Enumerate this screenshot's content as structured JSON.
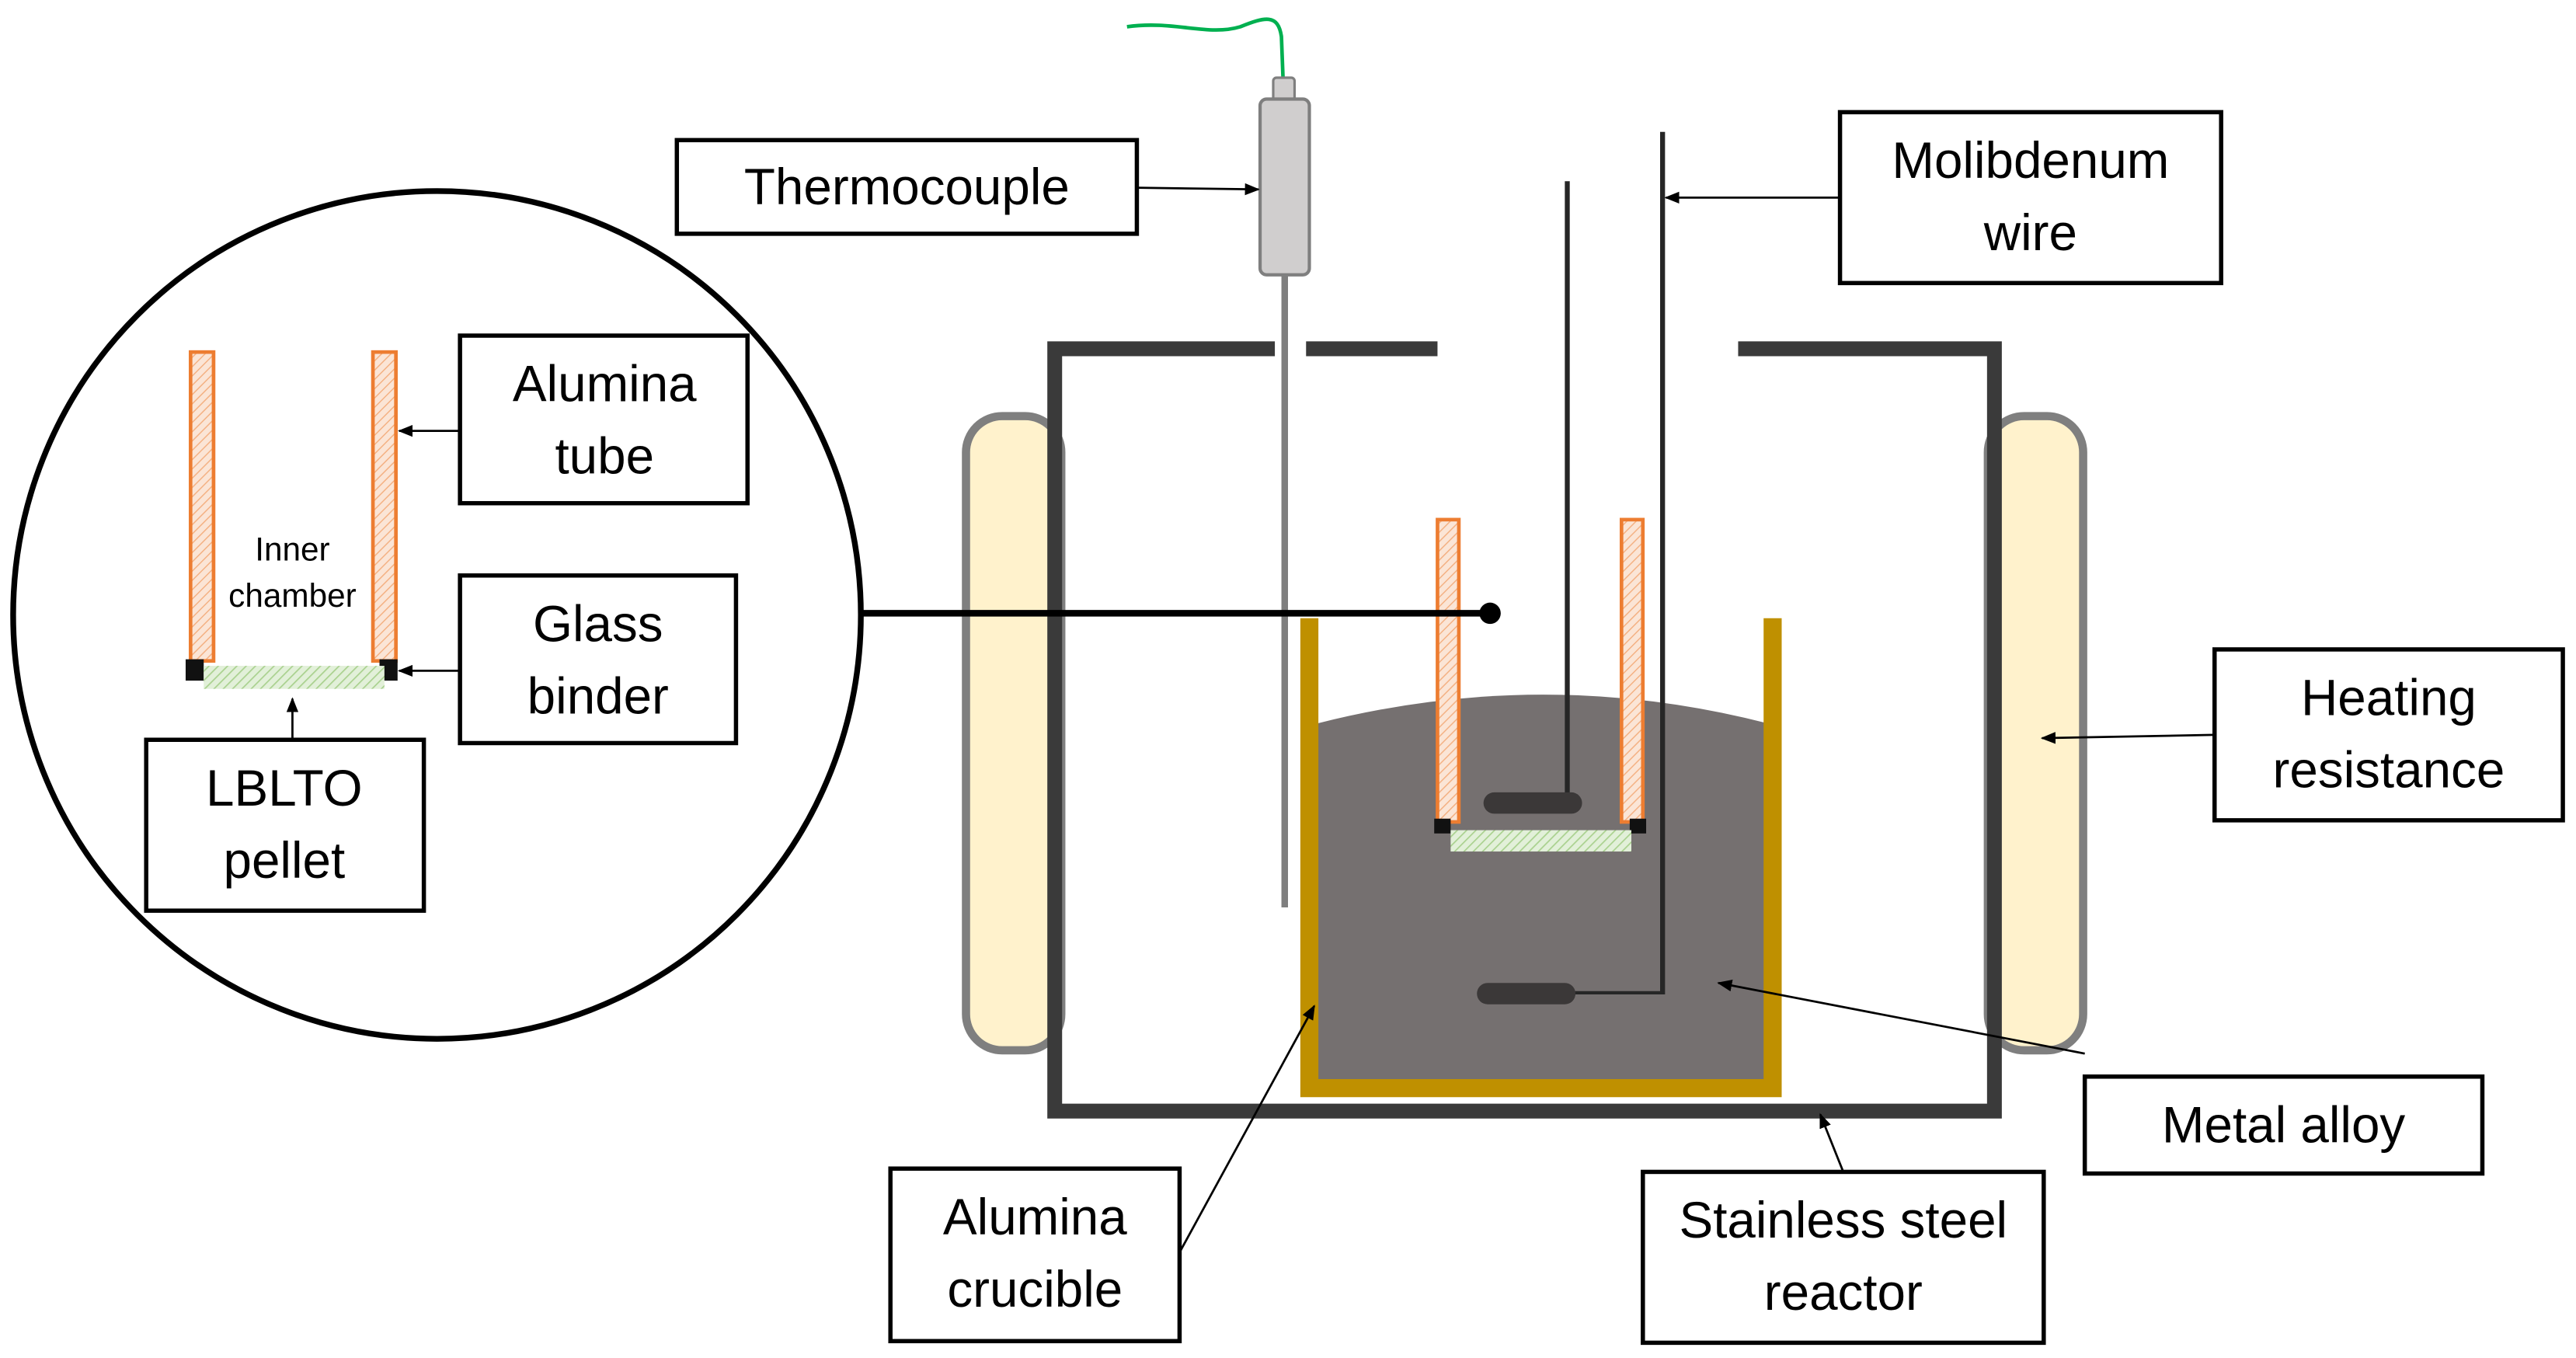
{
  "diagram": {
    "labels": {
      "thermocouple": "Thermocouple",
      "molibdenum_line1": "Molibdenum",
      "molibdenum_line2": "wire",
      "alumina_tube_line1": "Alumina",
      "alumina_tube_line2": "tube",
      "inner_chamber_line1": "Inner",
      "inner_chamber_line2": "chamber",
      "glass_binder_line1": "Glass",
      "glass_binder_line2": "binder",
      "lblto_line1": "LBLTO",
      "lblto_line2": "pellet",
      "heating_line1": "Heating",
      "heating_line2": "resistance",
      "metal_alloy": "Metal alloy",
      "crucible_line1": "Alumina",
      "crucible_line2": "crucible",
      "reactor_line1": "Stainless steel",
      "reactor_line2": "reactor"
    },
    "colors": {
      "reactor_wall": "#3a3a3a",
      "heater_fill": "#fff2cc",
      "heater_stroke": "#7f7f7f",
      "crucible": "#bf9000",
      "metal_alloy": "#757070",
      "alumina_tube_fill": "#fbe5d6",
      "alumina_tube_stroke": "#ed7d31",
      "glass_binder": "#a9d18e",
      "thermocouple_body": "#d0cece",
      "thermocouple_wire": "#00b050",
      "electrode": "#3b3838"
    }
  }
}
